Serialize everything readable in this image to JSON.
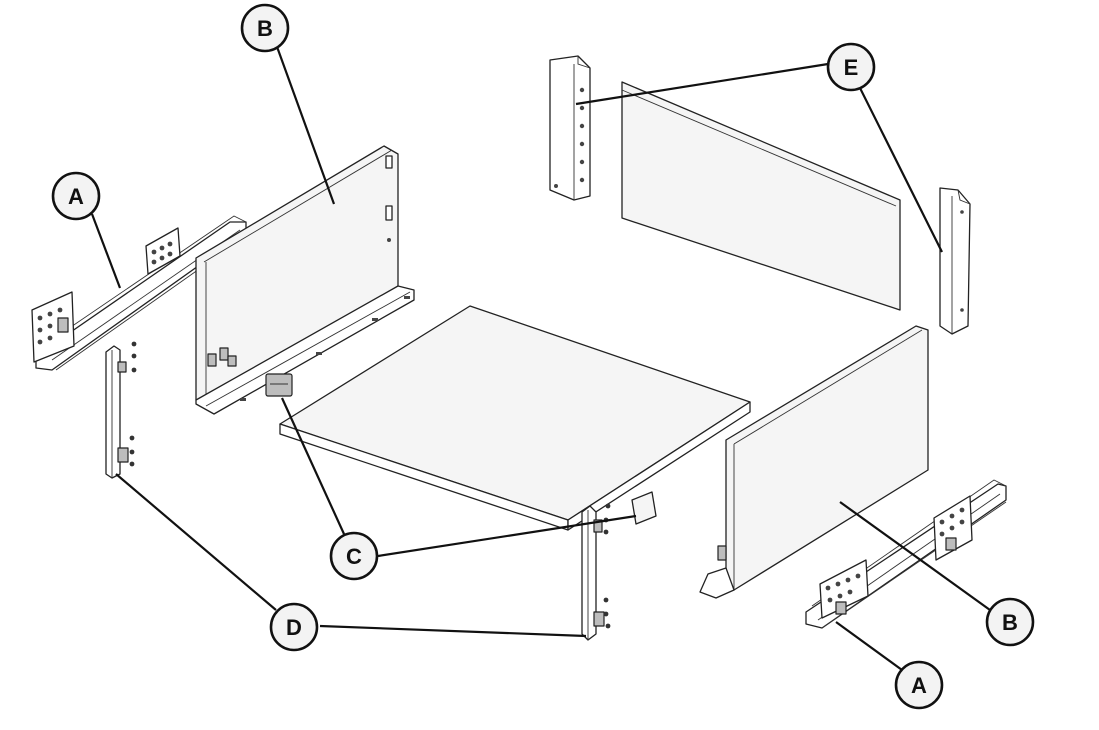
{
  "callouts": [
    {
      "id": "A-left",
      "letter": "A"
    },
    {
      "id": "B-left",
      "letter": "B"
    },
    {
      "id": "C",
      "letter": "C"
    },
    {
      "id": "D",
      "letter": "D"
    },
    {
      "id": "E",
      "letter": "E"
    },
    {
      "id": "B-right",
      "letter": "B"
    },
    {
      "id": "A-right",
      "letter": "A"
    }
  ],
  "parts": {
    "A": "drawer-runner",
    "B": "drawer-side-panel",
    "C": "side-panel-cover-cap",
    "D": "front-fixing-bracket",
    "E": "rear-panel-bracket"
  },
  "colors": {
    "outline": "#222222",
    "panel_fill": "#f5f5f5",
    "callout_fill": "#f3f3f3"
  }
}
